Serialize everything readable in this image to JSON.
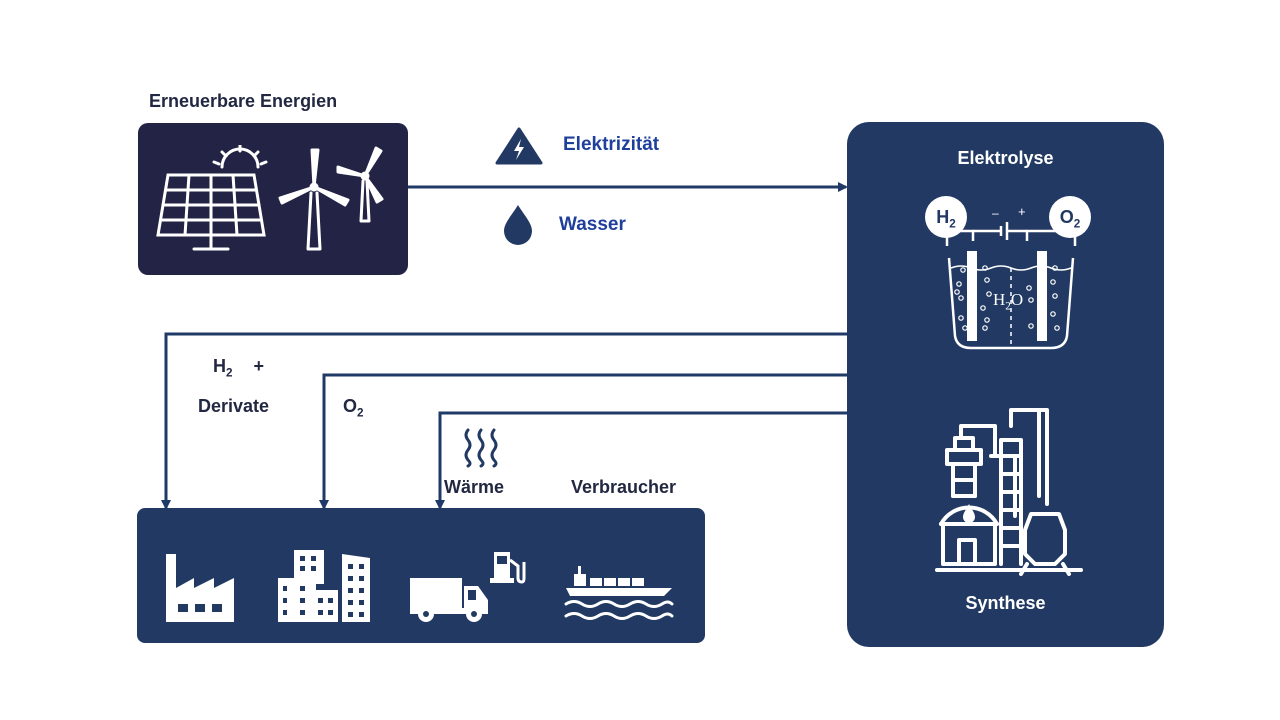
{
  "renewables": {
    "title": "Erneuerbare Energien",
    "icons": [
      "solar-panel-icon",
      "wind-turbine-icon"
    ]
  },
  "inputs": {
    "electricity": "Elektrizität",
    "water": "Wasser"
  },
  "electrolysis": {
    "title": "Elektrolyse",
    "h2_symbol": "H",
    "h2_sub": "2",
    "o2_symbol": "O",
    "o2_sub": "2",
    "minus": "–",
    "plus": "+",
    "water_symbol": "H",
    "water_sub": "2",
    "water_tail": "O",
    "synthesis_title": "Synthese"
  },
  "outputs": {
    "h2_symbol": "H",
    "h2_sub": "2",
    "plus": "+",
    "derivates": "Derivate",
    "o2_symbol": "O",
    "o2_sub": "2",
    "heat": "Wärme",
    "consumers": "Verbraucher"
  },
  "consumers": {
    "icons": [
      "factory-icon",
      "city-buildings-icon",
      "truck-fuel-icon",
      "cargo-ship-icon"
    ]
  },
  "colors": {
    "dark_box": "#232445",
    "navy": "#223a63",
    "accent_blue": "#1f3f9c",
    "line": "#1f3a66"
  }
}
